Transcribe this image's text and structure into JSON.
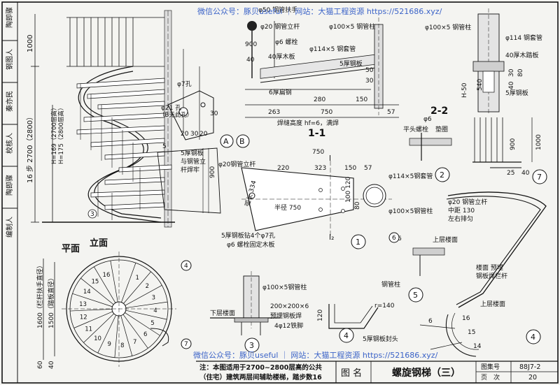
{
  "watermark": {
    "top": "微信公众号：豚贝useful ｜ 网站：大猫工程资源 https://521686.xyz/",
    "bottom": "微信公众号：豚贝useful ｜ 网站：大猫工程资源 https://521686.xyz/"
  },
  "side_strip": [
    "陶即骤",
    "钢图人",
    "秦亦民",
    "校核人",
    "陶即骤",
    "编制人"
  ],
  "elevation": {
    "title": "立面",
    "dim_top": "1000",
    "dim_height": "16 步  2700（2800）",
    "step_h": "H=169（2700层高）",
    "step_h2": "H=175（2800层高）",
    "marker3": "3"
  },
  "plan": {
    "title": "平面",
    "dim_outer": "1600（栏杆扶手直径）",
    "dim_inner": "1500（踏板直径）",
    "dim_a": "60",
    "dim_b": "40",
    "markers": {
      "m4": "4",
      "m7": "7"
    },
    "steps": [
      "1",
      "2",
      "3",
      "4",
      "5",
      "6",
      "7",
      "8",
      "9",
      "10",
      "11",
      "12",
      "13",
      "14",
      "15",
      "16"
    ]
  },
  "section11": {
    "title": "1-1",
    "labels": {
      "handrail": "φ50 钢管扶手",
      "post20": "φ20 钢管立杆",
      "bolt": "φ6 螺栓",
      "wood": "40厚木板",
      "plate5": "5厚钢板",
      "flat6": "6厚扁钢",
      "col100": "φ100×5 钢管柱",
      "sleeve": "φ114×5 钢套管",
      "weld": "焊缝高度 hf=6，满焊"
    },
    "dims": {
      "d900": "900",
      "d40": "40",
      "d750": "750",
      "d280": "280",
      "d263": "263",
      "d150": "150",
      "d57": "57",
      "d30": "30",
      "d50": "50"
    }
  },
  "section22": {
    "title": "2-2",
    "labels": {
      "col100": "φ100×5 钢管柱",
      "sleeve114": "φ114 钢套管",
      "wood": "40厚木踏板",
      "plate5": "5厚钢板"
    },
    "dims": {
      "h": "H-50",
      "d40": "40",
      "d30": "30",
      "d80": "80",
      "d540": "540"
    }
  },
  "detailA": {
    "labels": {
      "hole7": "φ7孔",
      "hole21": "φ21 孔",
      "hole_note": "（B无此孔）",
      "plate_note": "5厚钢板与钢管立杆焊牢",
      "a": "A",
      "b": "B"
    },
    "dims": {
      "d20a": "20",
      "d30a": "30",
      "d20b": "20",
      "d30b": "30",
      "d900": "900",
      "d5": "5"
    }
  },
  "tread": {
    "labels": {
      "post20": "φ20钢管立杆",
      "arc": "弧长 334",
      "radius": "半径 750",
      "holes": "5厚钢板钻4个φ7孔",
      "bolt": "φ6 螺栓固定木板",
      "col": "φ100×5钢管柱",
      "sleeve": "φ114×5钢套管",
      "l": "l",
      "l2": "l₂"
    },
    "dims": {
      "d750": "750",
      "d220": "220",
      "d323": "323",
      "d150": "150",
      "d57": "57",
      "d80": "80",
      "d100": "100",
      "d120": "120"
    },
    "marker": "1"
  },
  "detail2": {
    "labels": {
      "phi6": "φ6",
      "bolt": "平头螺栓",
      "washer": "垫圈"
    },
    "marker": "2"
  },
  "detail3": {
    "labels": {
      "col": "φ100×5钢管柱",
      "floor": "下层楼面",
      "plate": "200×200×6",
      "embed": "预埋钢板焊",
      "bar": "4φ12铁脚"
    },
    "marker": "3"
  },
  "detail4": {
    "labels": {
      "r": "r=140",
      "cap": "5厚钢板封头"
    },
    "dims": {
      "d120": "120"
    },
    "marker": "4"
  },
  "detail5": {
    "labels": {
      "n6": "6",
      "floor": "上层楼面",
      "col": "钢管柱"
    },
    "marker": "5"
  },
  "detail7": {
    "dims": {
      "d900": "900",
      "d1000": "1000",
      "d25": "25",
      "d40": "40"
    },
    "marker": "7"
  },
  "detailRail": {
    "labels": {
      "post": "φ20 钢管立杆",
      "pitch": "中距 130",
      "align": "左右排匀",
      "floor_up": "上层楼面",
      "embed": "楼面 预埋",
      "embed2": "钢板焊栏杆",
      "floor": "上层楼面",
      "n14": "14",
      "n15": "15",
      "n16": "16",
      "n6": "6"
    },
    "marker": "6"
  },
  "title_block": {
    "note1": "注：本图适用于2700~2800层高的公共",
    "note2": "（住宅）建筑两层间辅助楼梯，踏步数16",
    "label_name": "图 名",
    "name": "螺旋钢梯（三）",
    "label_set": "图集号",
    "set": "88J7-2",
    "label_page": "页　次",
    "page": "20"
  }
}
